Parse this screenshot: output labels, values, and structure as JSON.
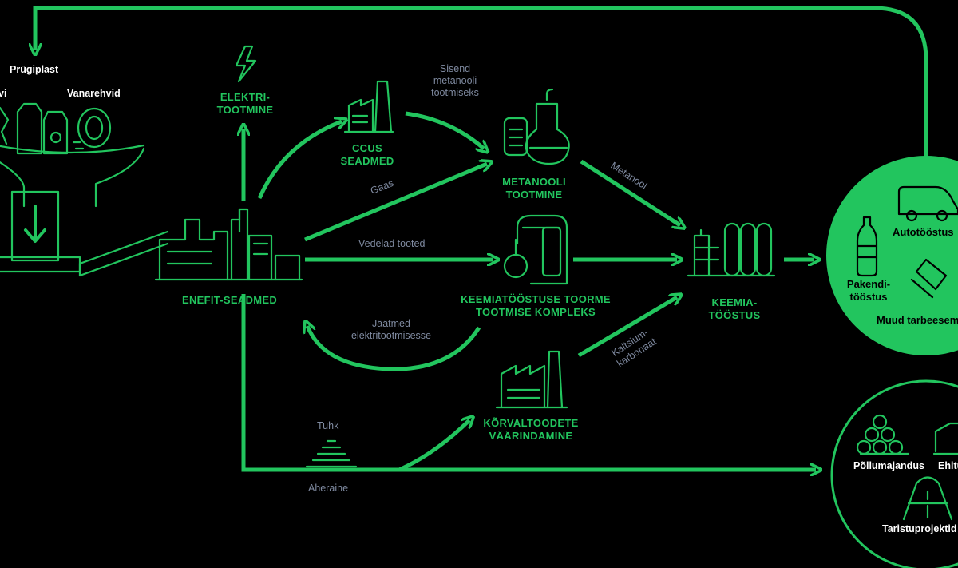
{
  "colors": {
    "green": "#22c55e",
    "background": "#000000",
    "flow_text": "#7f8aa0"
  },
  "inputs": {
    "partial_label": "vi",
    "prugiplast": "Prügiplast",
    "vanarehvid": "Vanarehvid"
  },
  "nodes": {
    "enefit": "ENEFIT-SEADMED",
    "elektri": [
      "ELEKTRI-",
      "TOOTMINE"
    ],
    "ccus": [
      "CCUS",
      "SEADMED"
    ],
    "metanooli": [
      "METANOOLI",
      "TOOTMINE"
    ],
    "keemiatoorme": [
      "KEEMIATÖÖSTUSE TOORME",
      "TOOTMISE KOMPLEKS"
    ],
    "korval": [
      "KÕRVALTOODETE",
      "VÄÄRINDAMINE"
    ],
    "keemia": [
      "KEEMIA-",
      "TÖÖSTUS"
    ]
  },
  "flows": {
    "sisend": [
      "Sisend",
      "metanooli",
      "tootmiseks"
    ],
    "gaas": "Gaas",
    "metanool": "Metanool",
    "vedelad": "Vedelad tooted",
    "jaatmed": [
      "Jäätmed",
      "elektritootmisesse"
    ],
    "kaltsium": [
      "Kaltsium-",
      "karbonaat"
    ],
    "tuhk": "Tuhk",
    "aheraine": "Aheraine"
  },
  "consumers": {
    "autotoostus": "Autotööstus",
    "pakendi": [
      "Pakendi-",
      "tööstus"
    ],
    "muud": "Muud tarbeesemed"
  },
  "infra": {
    "pollumajandus": "Põllumajandus",
    "ehitus": "Ehitus",
    "taristu": "Taristuprojektid"
  }
}
